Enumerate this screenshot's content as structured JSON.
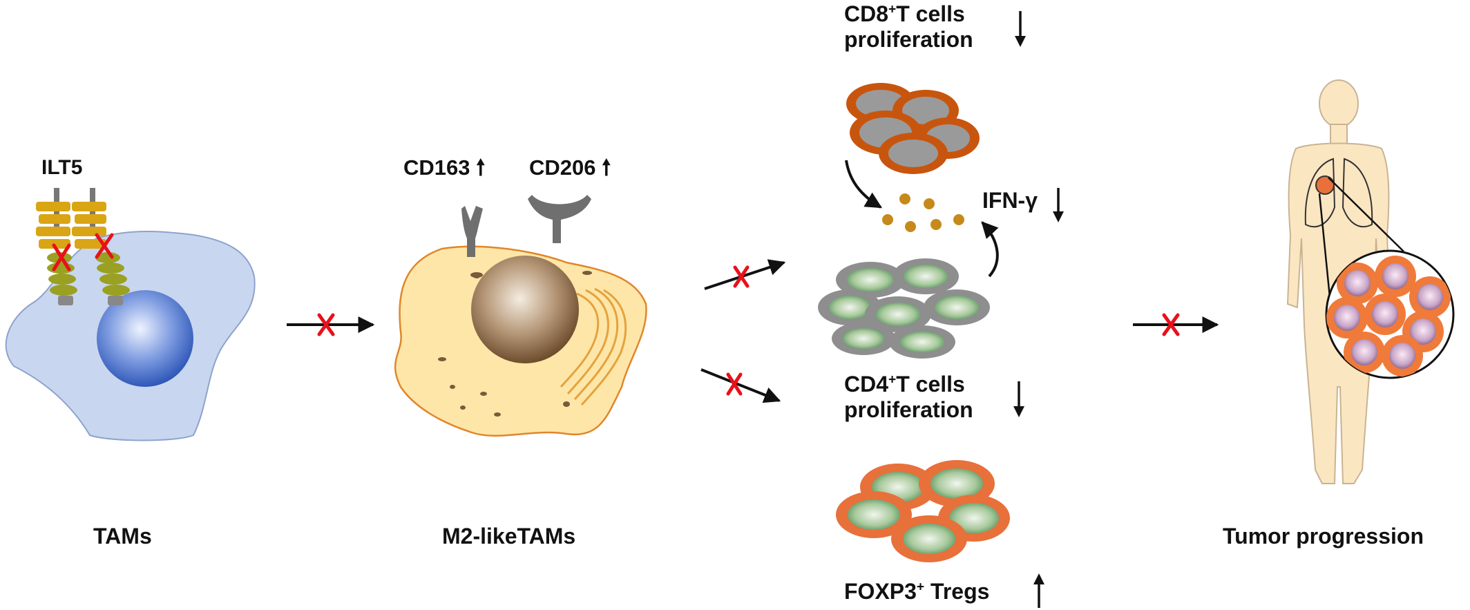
{
  "receptor_label": "ILT5",
  "markers": [
    {
      "name": "CD163",
      "direction": "up"
    },
    {
      "name": "CD206",
      "direction": "up"
    }
  ],
  "cd8": {
    "prefix": "CD8",
    "sup": "+",
    "suffix": "T cells",
    "line2": "proliferation",
    "direction": "down"
  },
  "ifn": {
    "label": "IFN-γ",
    "direction": "down"
  },
  "cd4": {
    "prefix": "CD4",
    "sup": "+",
    "suffix": "T cells",
    "line2": "proliferation",
    "direction": "down"
  },
  "foxp3": {
    "prefix": "FOXP3",
    "sup": "+",
    "suffix": " Tregs",
    "direction": "up"
  },
  "stage_labels": {
    "tams": "TAMs",
    "m2": "M2-likeTAMs",
    "tumor": "Tumor progression"
  },
  "colors": {
    "tam_cell": "#c9d6ef",
    "tam_nucleus": "#3f66c4",
    "m2_cell": "#fde6a8",
    "m2_nucleus": "#8e6a45",
    "cd8_cell": "#c8550e",
    "cd4_cell": "#8e8e8e",
    "treg_cell": "#e8703a",
    "inhibit_mark": "#e8101a",
    "cytokine": "#c68a1a",
    "body": "#fbe6c2",
    "tumor_cell": "#f07a3a"
  }
}
